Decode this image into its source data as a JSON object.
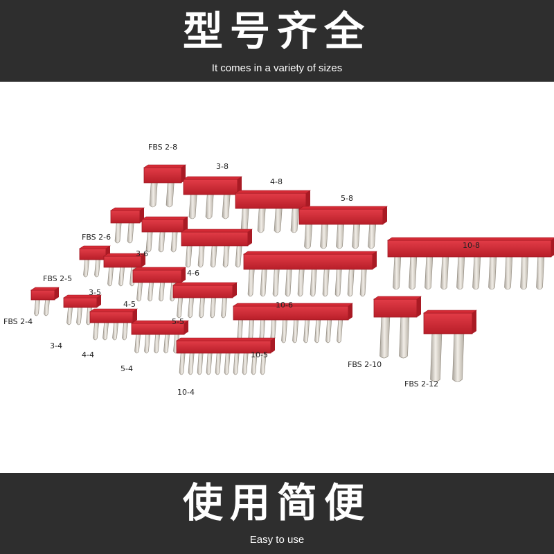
{
  "header": {
    "title": "型号齐全",
    "subtitle": "It comes in a variety of sizes"
  },
  "footer": {
    "title": "使用简便",
    "subtitle": "Easy to use"
  },
  "product_labels": {
    "fbs_2_8": "FBS 2-8",
    "l_3_8": "3-8",
    "l_4_8": "4-8",
    "l_5_8": "5-8",
    "l_10_8": "10-8",
    "fbs_2_6": "FBS 2-6",
    "l_3_6": "3-6",
    "l_4_6": "4-6",
    "l_10_6": "10-6",
    "fbs_2_5": "FBS 2-5",
    "l_3_5": "3-5",
    "l_4_5": "4-5",
    "l_5_5": "5-5",
    "l_10_5": "10-5",
    "fbs_2_4": "FBS 2-4",
    "l_3_4": "3-4",
    "l_4_4": "4-4",
    "l_5_4": "5-4",
    "l_10_4": "10-4",
    "fbs_2_10": "FBS 2-10",
    "fbs_2_12": "FBS 2-12"
  },
  "colors": {
    "banner": "#2e2e2e",
    "jumper_red": "#d42a35",
    "pin_silver": "#d8d2c8"
  }
}
